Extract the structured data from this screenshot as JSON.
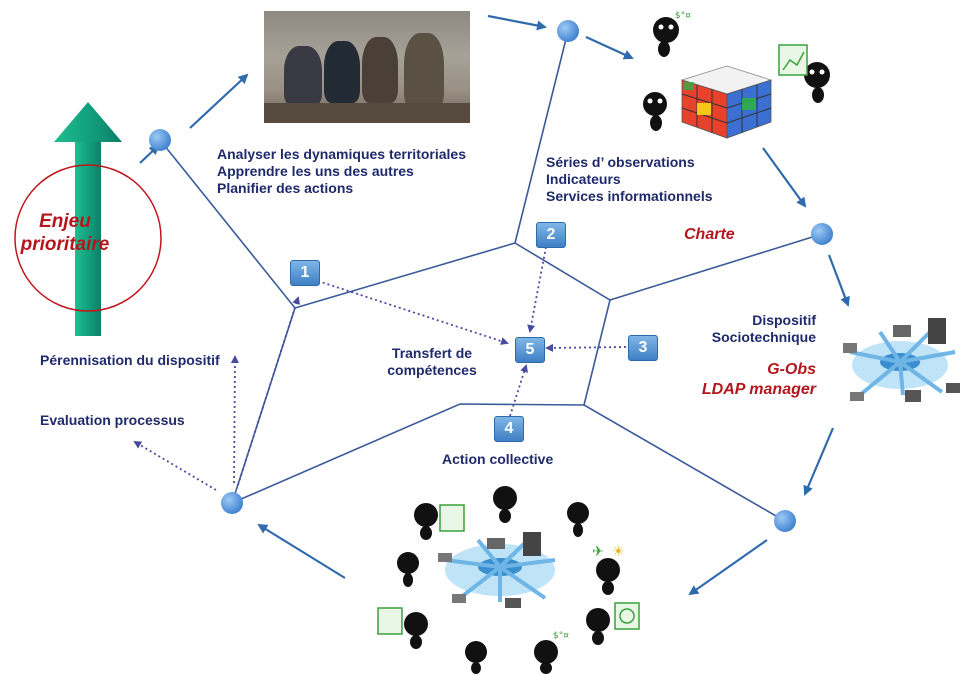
{
  "center": {
    "label_line1": "Transfert de",
    "label_line2": "compétences",
    "node": "5"
  },
  "goal": {
    "line1": "Enjeu",
    "line2": "prioritaire"
  },
  "pole1": {
    "number": "1",
    "lines": [
      "Analyser les dynamiques territoriales",
      "Apprendre les uns des autres",
      "Planifier des actions"
    ]
  },
  "pole2": {
    "number": "2",
    "lines": [
      "Séries d’ observations",
      "Indicateurs",
      "Services informationnels"
    ],
    "highlight": "Charte"
  },
  "pole3": {
    "number": "3",
    "lines": [
      "Dispositif",
      "Sociotechnique"
    ],
    "highlights": [
      "G-Obs",
      "LDAP manager"
    ]
  },
  "pole4": {
    "number": "4",
    "label": "Action collective"
  },
  "left": {
    "perennisation": "Pérennisation du dispositif",
    "evaluation": "Evaluation processus"
  },
  "colors": {
    "text": "#1f2a6b",
    "highlight": "#b3171d",
    "node": "#4a8fdd",
    "arrow": "#2f6aad",
    "goal_arrow": "#17a589"
  },
  "icons": [
    "photo-group-workshop",
    "rubiks-cube-icon",
    "network-devices-icon",
    "character-icons"
  ]
}
